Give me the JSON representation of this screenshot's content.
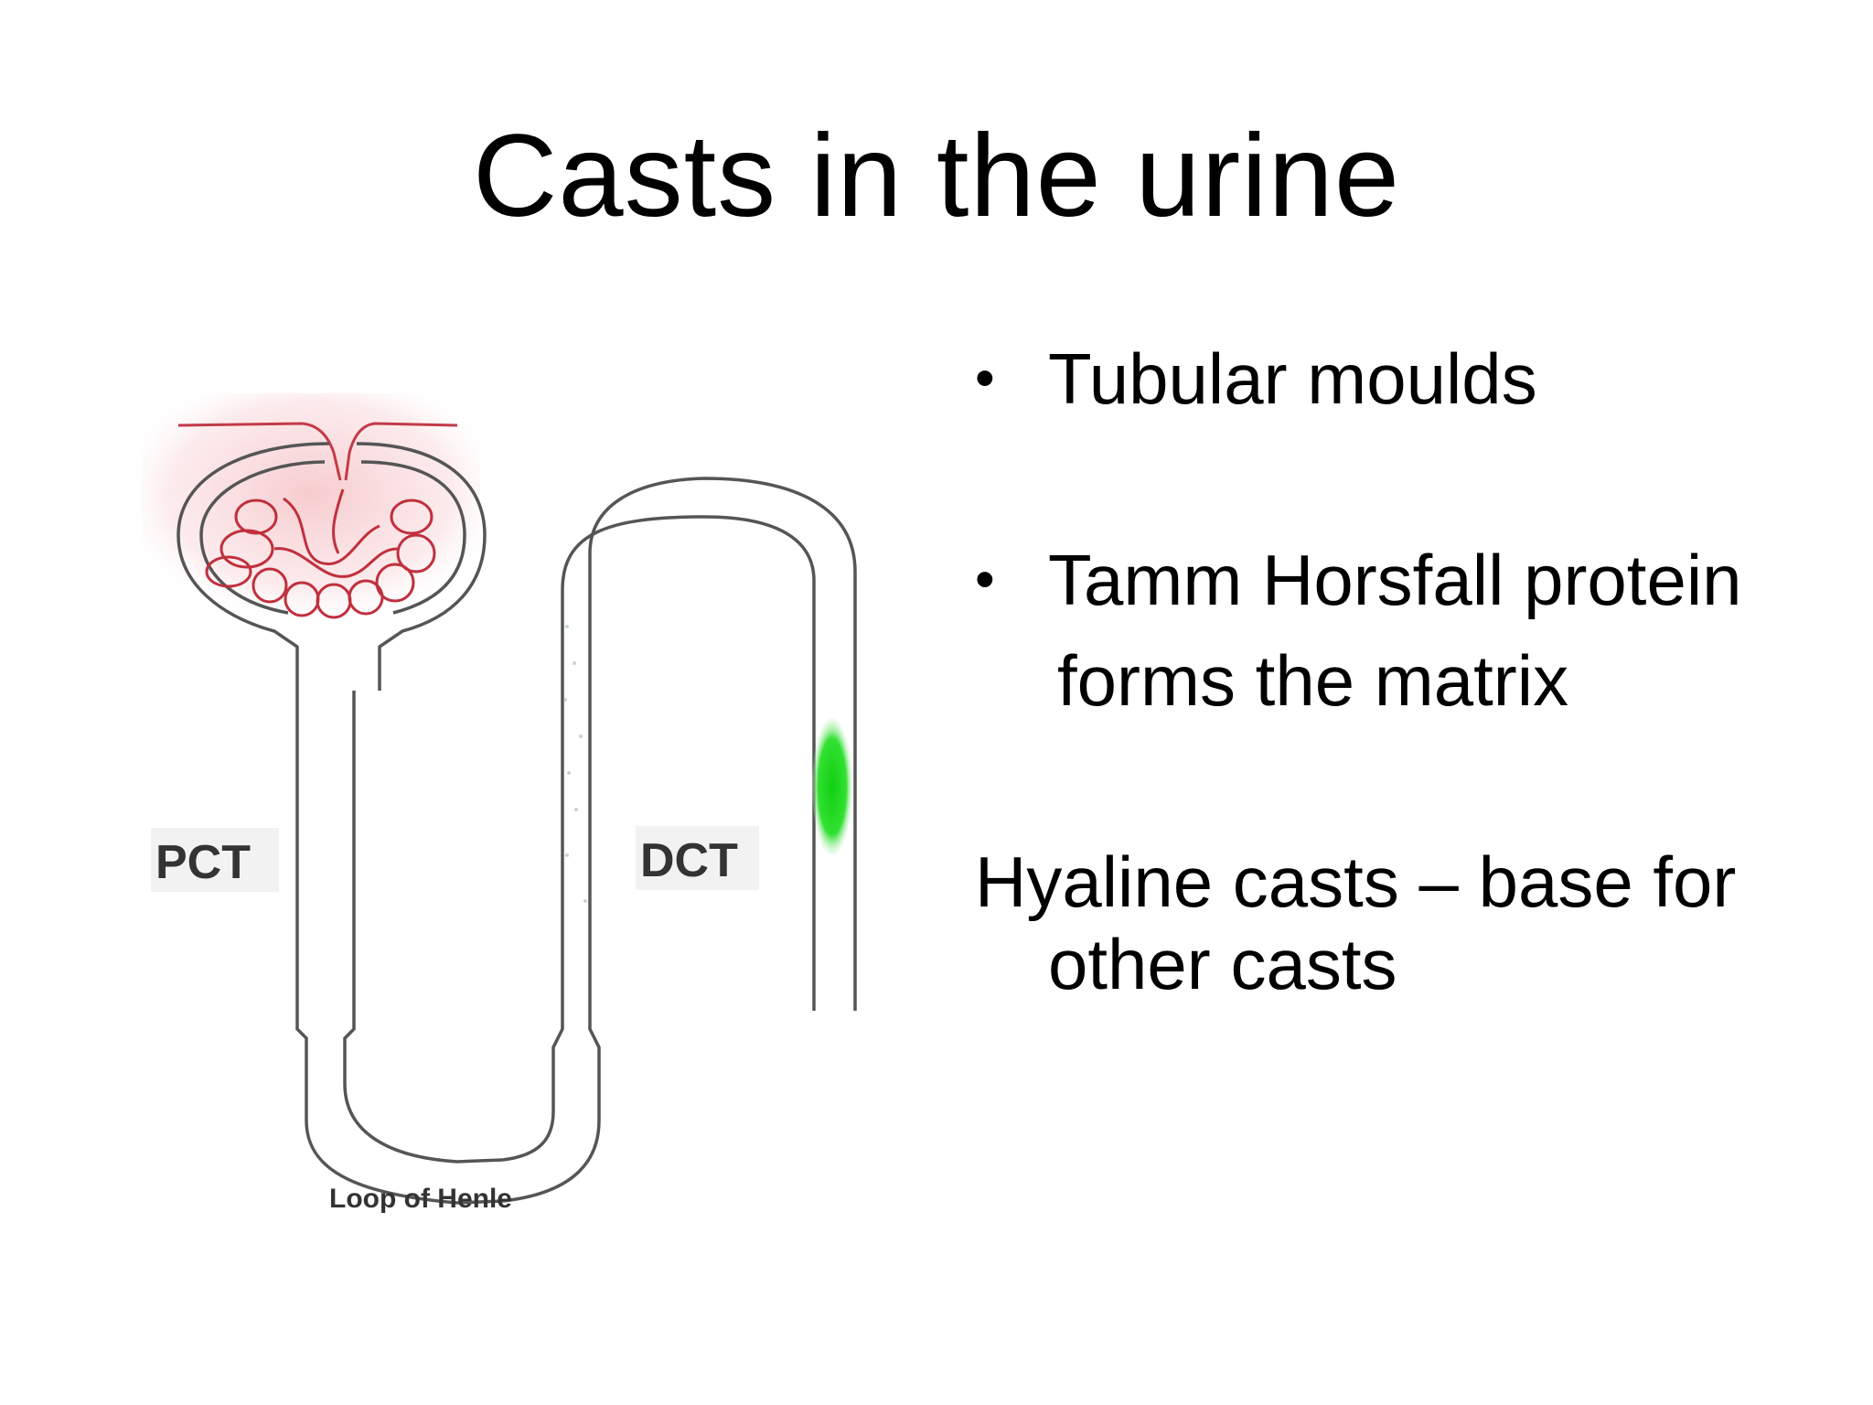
{
  "slide": {
    "title": "Casts in the urine",
    "bullets": [
      {
        "marker": "•",
        "text": "Tubular moulds"
      },
      {
        "marker": "•",
        "text": "Tamm Horsfall protein",
        "continuation": "forms the matrix"
      }
    ],
    "paragraph": {
      "line1": "Hyaline casts – base for",
      "line2": "other casts"
    }
  },
  "diagram": {
    "labels": {
      "pct": "PCT",
      "dct": "DCT",
      "loop": "Loop of Henle"
    },
    "colors": {
      "glomerulus": "#d9333f",
      "glomerulus_glow": "#f6c9cc",
      "cast": "#22dd22",
      "outline": "#555555"
    }
  }
}
